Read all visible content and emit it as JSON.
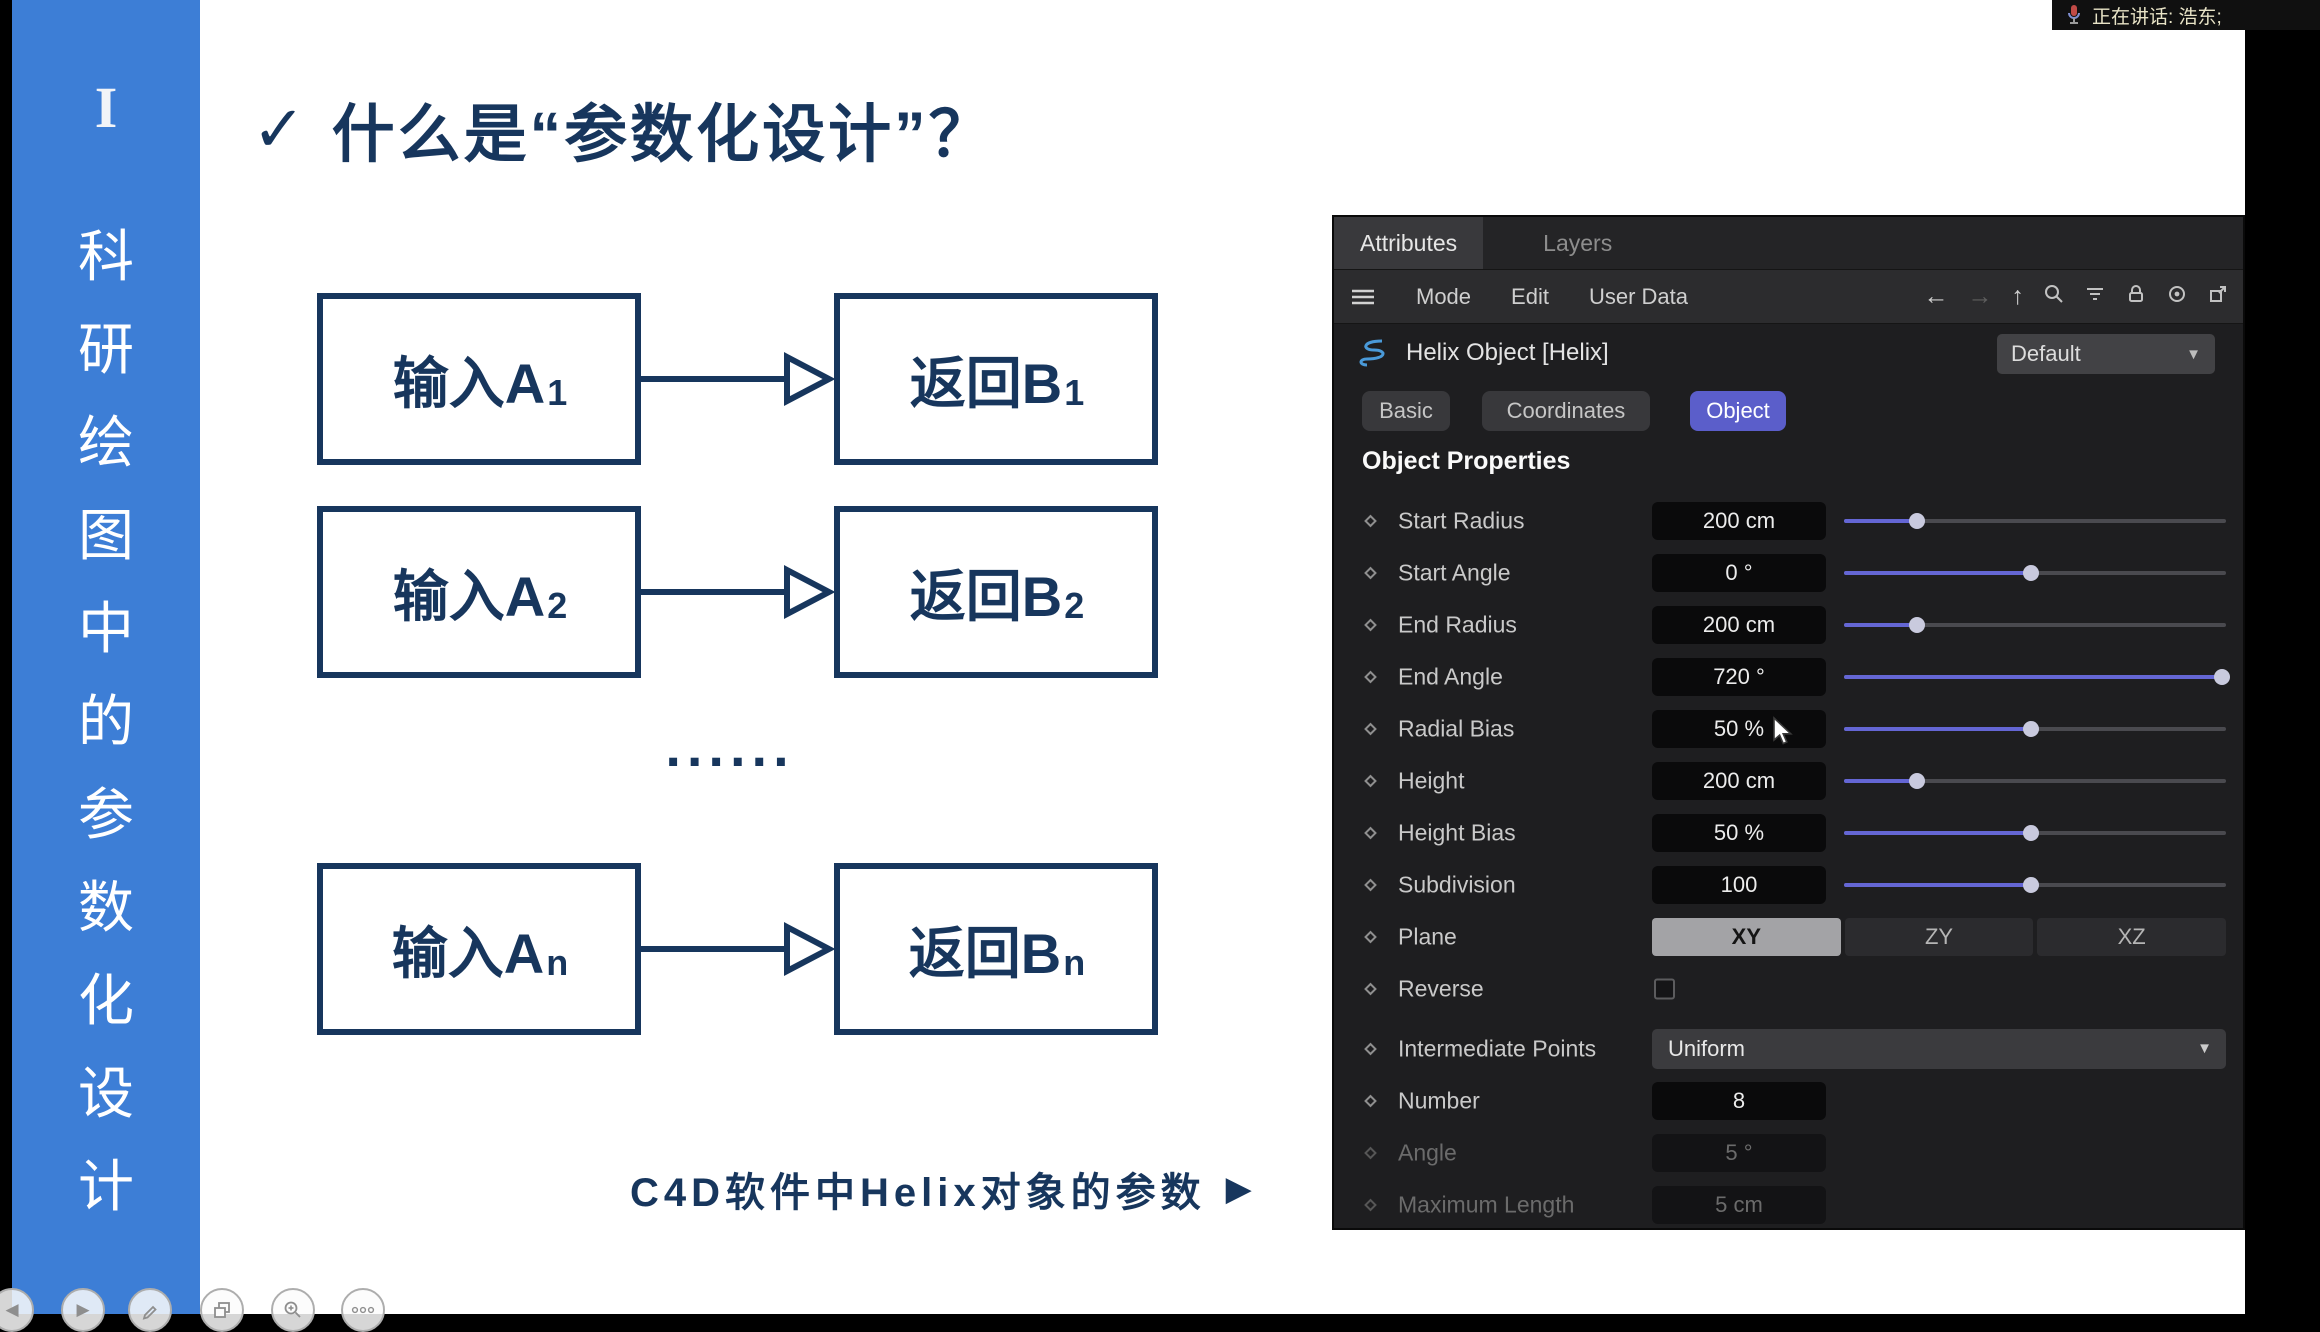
{
  "status_bar": {
    "text": "正在讲话: 浩东;"
  },
  "sidebar": {
    "numeral": "I",
    "chars": [
      "科",
      "研",
      "绘",
      "图",
      "中",
      "的",
      "参",
      "数",
      "化",
      "设",
      "计"
    ]
  },
  "slide": {
    "check": "✓",
    "title": "什么是“参数化设计”？",
    "rows": [
      {
        "input": "输入A",
        "input_sub": "1",
        "output": "返回B",
        "output_sub": "1"
      },
      {
        "input": "输入A",
        "input_sub": "2",
        "output": "返回B",
        "output_sub": "2"
      },
      {
        "input": "输入A",
        "input_sub": "n",
        "output": "返回B",
        "output_sub": "n"
      }
    ],
    "ellipsis": "......",
    "caption": "C4D软件中Helix对象的参数",
    "caption_arrow": "▶"
  },
  "panel": {
    "tabs": {
      "attributes": "Attributes",
      "layers": "Layers"
    },
    "menu": {
      "mode": "Mode",
      "edit": "Edit",
      "user_data": "User Data"
    },
    "object_title": "Helix Object [Helix]",
    "preset": "Default",
    "section_tabs": {
      "basic": "Basic",
      "coordinates": "Coordinates",
      "object": "Object"
    },
    "section_title": "Object Properties",
    "properties": [
      {
        "label": "Start Radius",
        "value": "200 cm",
        "slider": 19
      },
      {
        "label": "Start Angle",
        "value": "0 °",
        "slider": 49
      },
      {
        "label": "End Radius",
        "value": "200 cm",
        "slider": 19
      },
      {
        "label": "End Angle",
        "value": "720 °",
        "slider": 99
      },
      {
        "label": "Radial Bias",
        "value": "50 %",
        "slider": 49
      },
      {
        "label": "Height",
        "value": "200 cm",
        "slider": 19
      },
      {
        "label": "Height Bias",
        "value": "50 %",
        "slider": 49
      },
      {
        "label": "Subdivision",
        "value": "100",
        "slider": 49
      }
    ],
    "plane": {
      "label": "Plane",
      "options": [
        "XY",
        "ZY",
        "XZ"
      ],
      "selected": "XY"
    },
    "reverse": {
      "label": "Reverse",
      "checked": false
    },
    "intermediate_points": {
      "label": "Intermediate Points",
      "value": "Uniform"
    },
    "number": {
      "label": "Number",
      "value": "8"
    },
    "angle": {
      "label": "Angle",
      "value": "5 °"
    },
    "maximum_length": {
      "label": "Maximum Length",
      "value": "5 cm"
    }
  },
  "icons": {
    "caret_down": "▼",
    "back": "←",
    "forward": "→",
    "up": "↑",
    "prev": "◀",
    "next": "▶"
  },
  "colors": {
    "sidebar_blue": "#3d7ed6",
    "navy": "#17365d",
    "c4d_tab_accent": "#5b5eca",
    "slider_fill": "#6466d4"
  }
}
